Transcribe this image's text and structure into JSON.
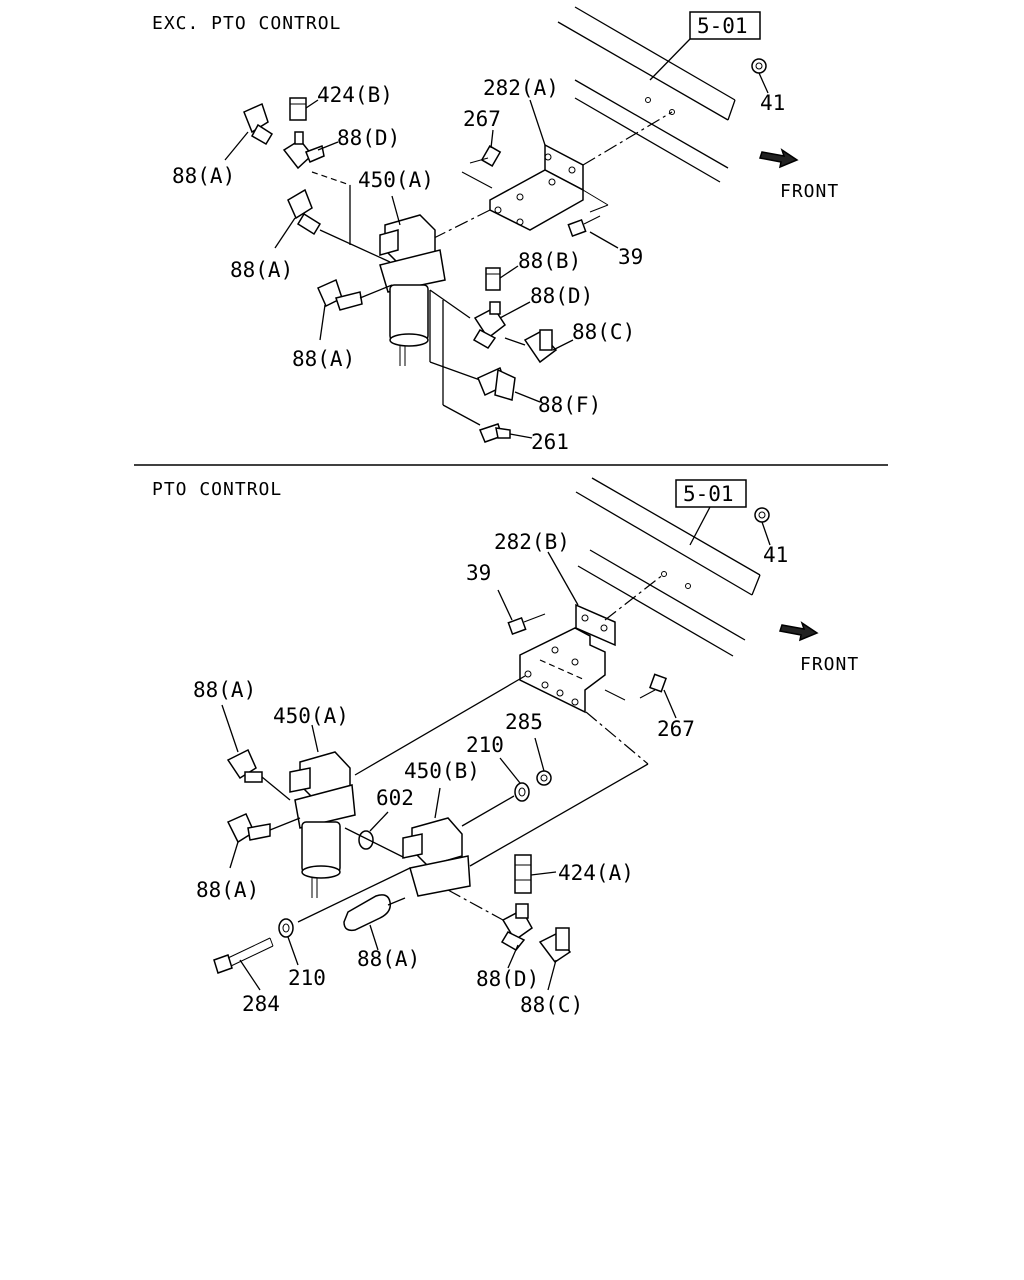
{
  "sections": {
    "top": {
      "title": "EXC. PTO CONTROL"
    },
    "bottom": {
      "title": "PTO CONTROL"
    }
  },
  "refs": {
    "top": "5-01",
    "bottom": "5-01"
  },
  "front_label": "FRONT",
  "top_labels": {
    "l424B": "424(B)",
    "l282A": "282(A)",
    "l41": "41",
    "l267": "267",
    "l88D_1": "88(D)",
    "l88A_1": "88(A)",
    "l450A": "450(A)",
    "l39": "39",
    "l88A_2": "88(A)",
    "l88B": "88(B)",
    "l88D_2": "88(D)",
    "l88C": "88(C)",
    "l88A_3": "88(A)",
    "l88F": "88(F)",
    "l261": "261"
  },
  "bottom_labels": {
    "l282B": "282(B)",
    "l41": "41",
    "l39": "39",
    "l88A_1": "88(A)",
    "l450A": "450(A)",
    "l285": "285",
    "l210_1": "210",
    "l267": "267",
    "l450B": "450(B)",
    "l602": "602",
    "l88A_2": "88(A)",
    "l424A": "424(A)",
    "l210_2": "210",
    "l88A_3": "88(A)",
    "l88D": "88(D)",
    "l284": "284",
    "l88C": "88(C)"
  }
}
